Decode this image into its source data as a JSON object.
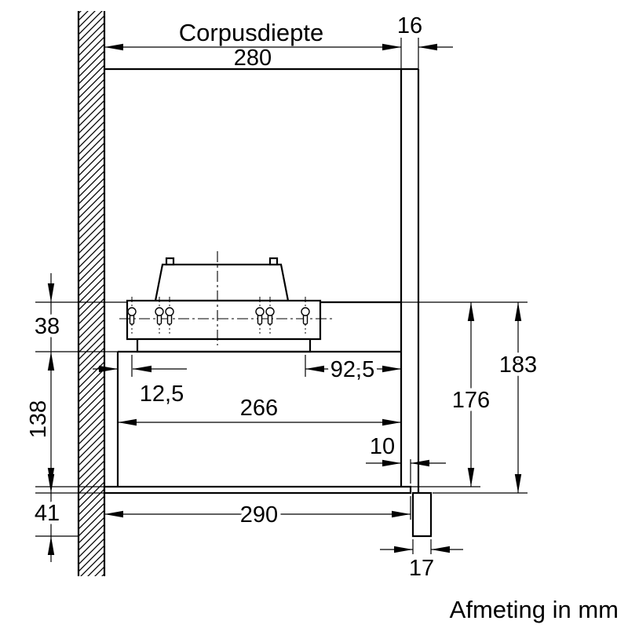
{
  "diagram": {
    "title": "Corpusdiepte",
    "unit_note": "Afmeting in mm",
    "dimensions": {
      "corpus_depth": "280",
      "front_panel_thickness": "16",
      "top_section_height": "38",
      "body_height": "138",
      "lower_section_height": "41",
      "keyhole_offset_left": "12,5",
      "keyhole_offset_right": "92,5",
      "body_depth": "266",
      "front_gap": "10",
      "pullout_depth": "290",
      "lower_front_thickness": "17",
      "inner_height": "176",
      "overall_height": "183"
    },
    "colors": {
      "line": "#000000",
      "background": "#ffffff"
    }
  }
}
